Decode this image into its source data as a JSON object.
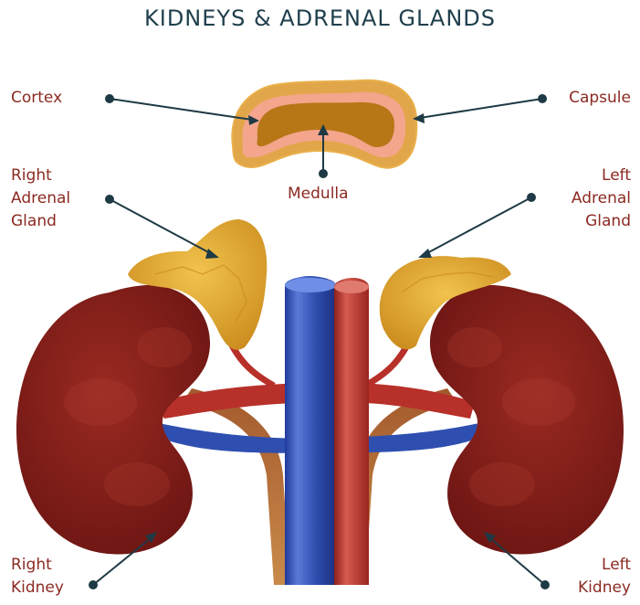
{
  "title": "KIDNEYS & ADRENAL GLANDS",
  "labels": {
    "cortex": "Cortex",
    "capsule": "Capsule",
    "medulla": "Medulla",
    "right_adrenal": [
      "Right",
      "Adrenal",
      "Gland"
    ],
    "left_adrenal": [
      "Left",
      "Adrenal",
      "Gland"
    ],
    "right_kidney": [
      "Right",
      "Kidney"
    ],
    "left_kidney": [
      "Left",
      "Kidney"
    ]
  },
  "colors": {
    "kidney": "#7d1a17",
    "kidney_dark": "#5c0f0d",
    "adrenal": "#d99a24",
    "adrenal_light": "#f0c24b",
    "medulla": "#b87716",
    "cortex_band": "#f4a58c",
    "vena_cava": "#2f4fb0",
    "aorta": "#b8302a",
    "ureter": "#b86e3c",
    "label_text": "#8b2a22",
    "title_text": "#1f3f4c",
    "leader_line": "#1e3a44"
  }
}
